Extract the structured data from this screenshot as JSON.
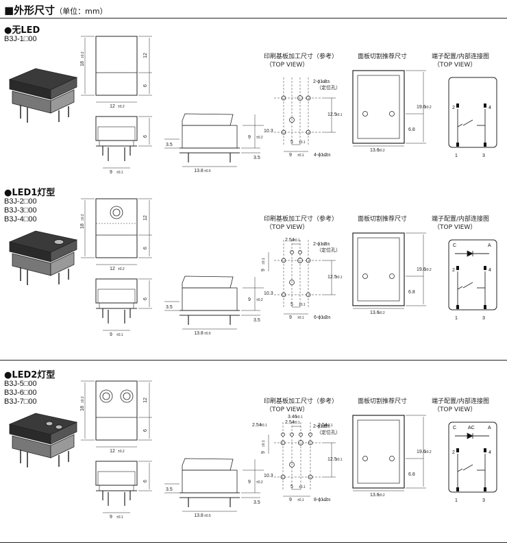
{
  "page_title": "■外形尺寸",
  "page_unit": "（单位：mm）",
  "labels": {
    "pcb": "印刷基板加工尺寸（参考）",
    "top_view": "（TOP VIEW）",
    "panel": "面板切割推荐尺寸",
    "terminal": "端子配置/内部连接图",
    "locate_hole": "（定位孔）"
  },
  "dims": {
    "d18": "18",
    "tol_02": "±0.2",
    "d12": "12",
    "d6": "6",
    "d9": "9",
    "tol_01": "±0.1",
    "d10_3": "10.3",
    "d35": "3.5",
    "d13_8": "13.8",
    "tol_05": "±0.5",
    "d2_phi18": "2-ϕ1.8",
    "tol_005": "±0.05",
    "d12_5": "12.5",
    "d5": "5",
    "d4_phi12": "4-ϕ1.2",
    "d6_phi12": "6-ϕ1.2",
    "d8_phi12": "8-ϕ1.2",
    "d19_6": "19.6",
    "d6_8": "6.8",
    "d13_6": "13.6",
    "d2_54": "2.54",
    "d3_46": "3.46"
  },
  "pins": {
    "p1": "1",
    "p2": "2",
    "p3": "3",
    "p4": "4",
    "c": "C",
    "a": "A",
    "ac": "AC"
  },
  "sections": [
    {
      "title": "●无LED",
      "models": [
        "B3J-1□00"
      ],
      "led": 0
    },
    {
      "title": "●LED1灯型",
      "models": [
        "B3J-2□00",
        "B3J-3□00",
        "B3J-4□00"
      ],
      "led": 1
    },
    {
      "title": "●LED2灯型",
      "models": [
        "B3J-5□00",
        "B3J-6□00",
        "B3J-7□00"
      ],
      "led": 2
    }
  ]
}
